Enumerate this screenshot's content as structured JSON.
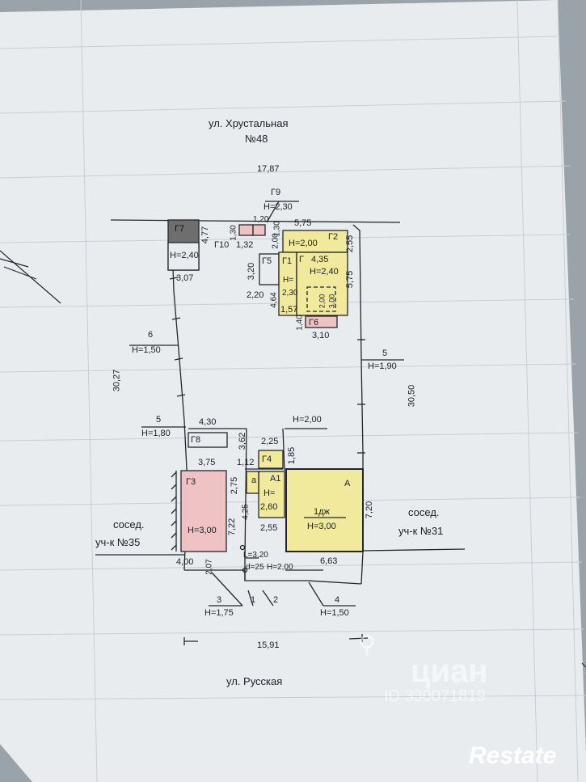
{
  "street_top": "ул. Хрустальная",
  "house_number": "№48",
  "street_bottom": "ул. Русская",
  "neighbor_left": [
    "сосед.",
    "уч-к №35"
  ],
  "neighbor_right": [
    "сосед.",
    "уч-к №31"
  ],
  "dims": {
    "top_width": "17,87",
    "bottom_width": "15,91",
    "left_side": "30,27",
    "right_side": "30,50",
    "d_307": "3,07",
    "d_477": "4,77",
    "d_120": "1,20",
    "d_130a": "1,30",
    "d_130b": "1,30",
    "d_575a": "5,75",
    "d_575b": "5,75",
    "d_132": "1,32",
    "d_200": "2,00",
    "d_255": "2,55",
    "d_435": "4,35",
    "d_320": "3,20",
    "d_220": "2,20",
    "d_464": "4,64",
    "d_157": "1,57",
    "d_140": "1,40",
    "d_310": "3,10",
    "d_430": "4,30",
    "d_362": "3,62",
    "d_375": "3,75",
    "d_225": "2,25",
    "d_185": "1,85",
    "d_112": "1,12",
    "d_275": "2,75",
    "d_425": "4,25",
    "d_722": "7,22",
    "d_255b": "2,55",
    "d_720": "7,20",
    "d_663": "6,63",
    "d_400": "4,00",
    "d_207": "2,07"
  },
  "buildings": {
    "g7": {
      "name": "Г7",
      "height": "H=2,40"
    },
    "g9": {
      "name": "Г9",
      "height": "H=2,30"
    },
    "g10": {
      "name": "Г10"
    },
    "g2": {
      "name": "Г2",
      "height": "H=2,00"
    },
    "g5": {
      "name": "Г5"
    },
    "g1": {
      "name": "Г1",
      "height_a": "H=",
      "height_b": "2,30"
    },
    "g": {
      "name": "Г",
      "height": "H=2,40",
      "inner": "3,00",
      "inner2": "2,00"
    },
    "g6": {
      "name": "Г6"
    },
    "g8": {
      "name": "Г8"
    },
    "g4": {
      "name": "Г4"
    },
    "a1": {
      "name": "А1",
      "height_a": "H=",
      "height_b": "2,60",
      "sub": "а"
    },
    "g3": {
      "name": "Г3",
      "height": "H=3,00"
    },
    "a": {
      "name": "А",
      "title": "1дж",
      "height": "H=3,00"
    }
  },
  "fences": {
    "f6": {
      "num": "6",
      "height": "H=1,50"
    },
    "f5l": {
      "num": "5",
      "height": "H=1,80"
    },
    "f5r": {
      "num": "5",
      "height": "H=1,90"
    },
    "f_top": {
      "height": "H=2,00"
    },
    "f3": {
      "num": "3",
      "height": "H=1,75"
    },
    "f1": {
      "num": "1"
    },
    "f2": {
      "num": "2"
    },
    "f4": {
      "num": "4",
      "height": "H=1,50"
    },
    "gate": {
      "l": "L=3,20",
      "d": "d=25",
      "h": "H=2,00"
    }
  },
  "watermarks": {
    "cian": "циан",
    "cian_id": "ID 330071819",
    "restate": "Restate"
  },
  "colors": {
    "paper": "#e9ecef",
    "yellow": "#f1ea9c",
    "pink": "#efc3c3",
    "gray_building": "#6e6e6e",
    "line": "#23272c",
    "grid": "#c9ced4"
  }
}
